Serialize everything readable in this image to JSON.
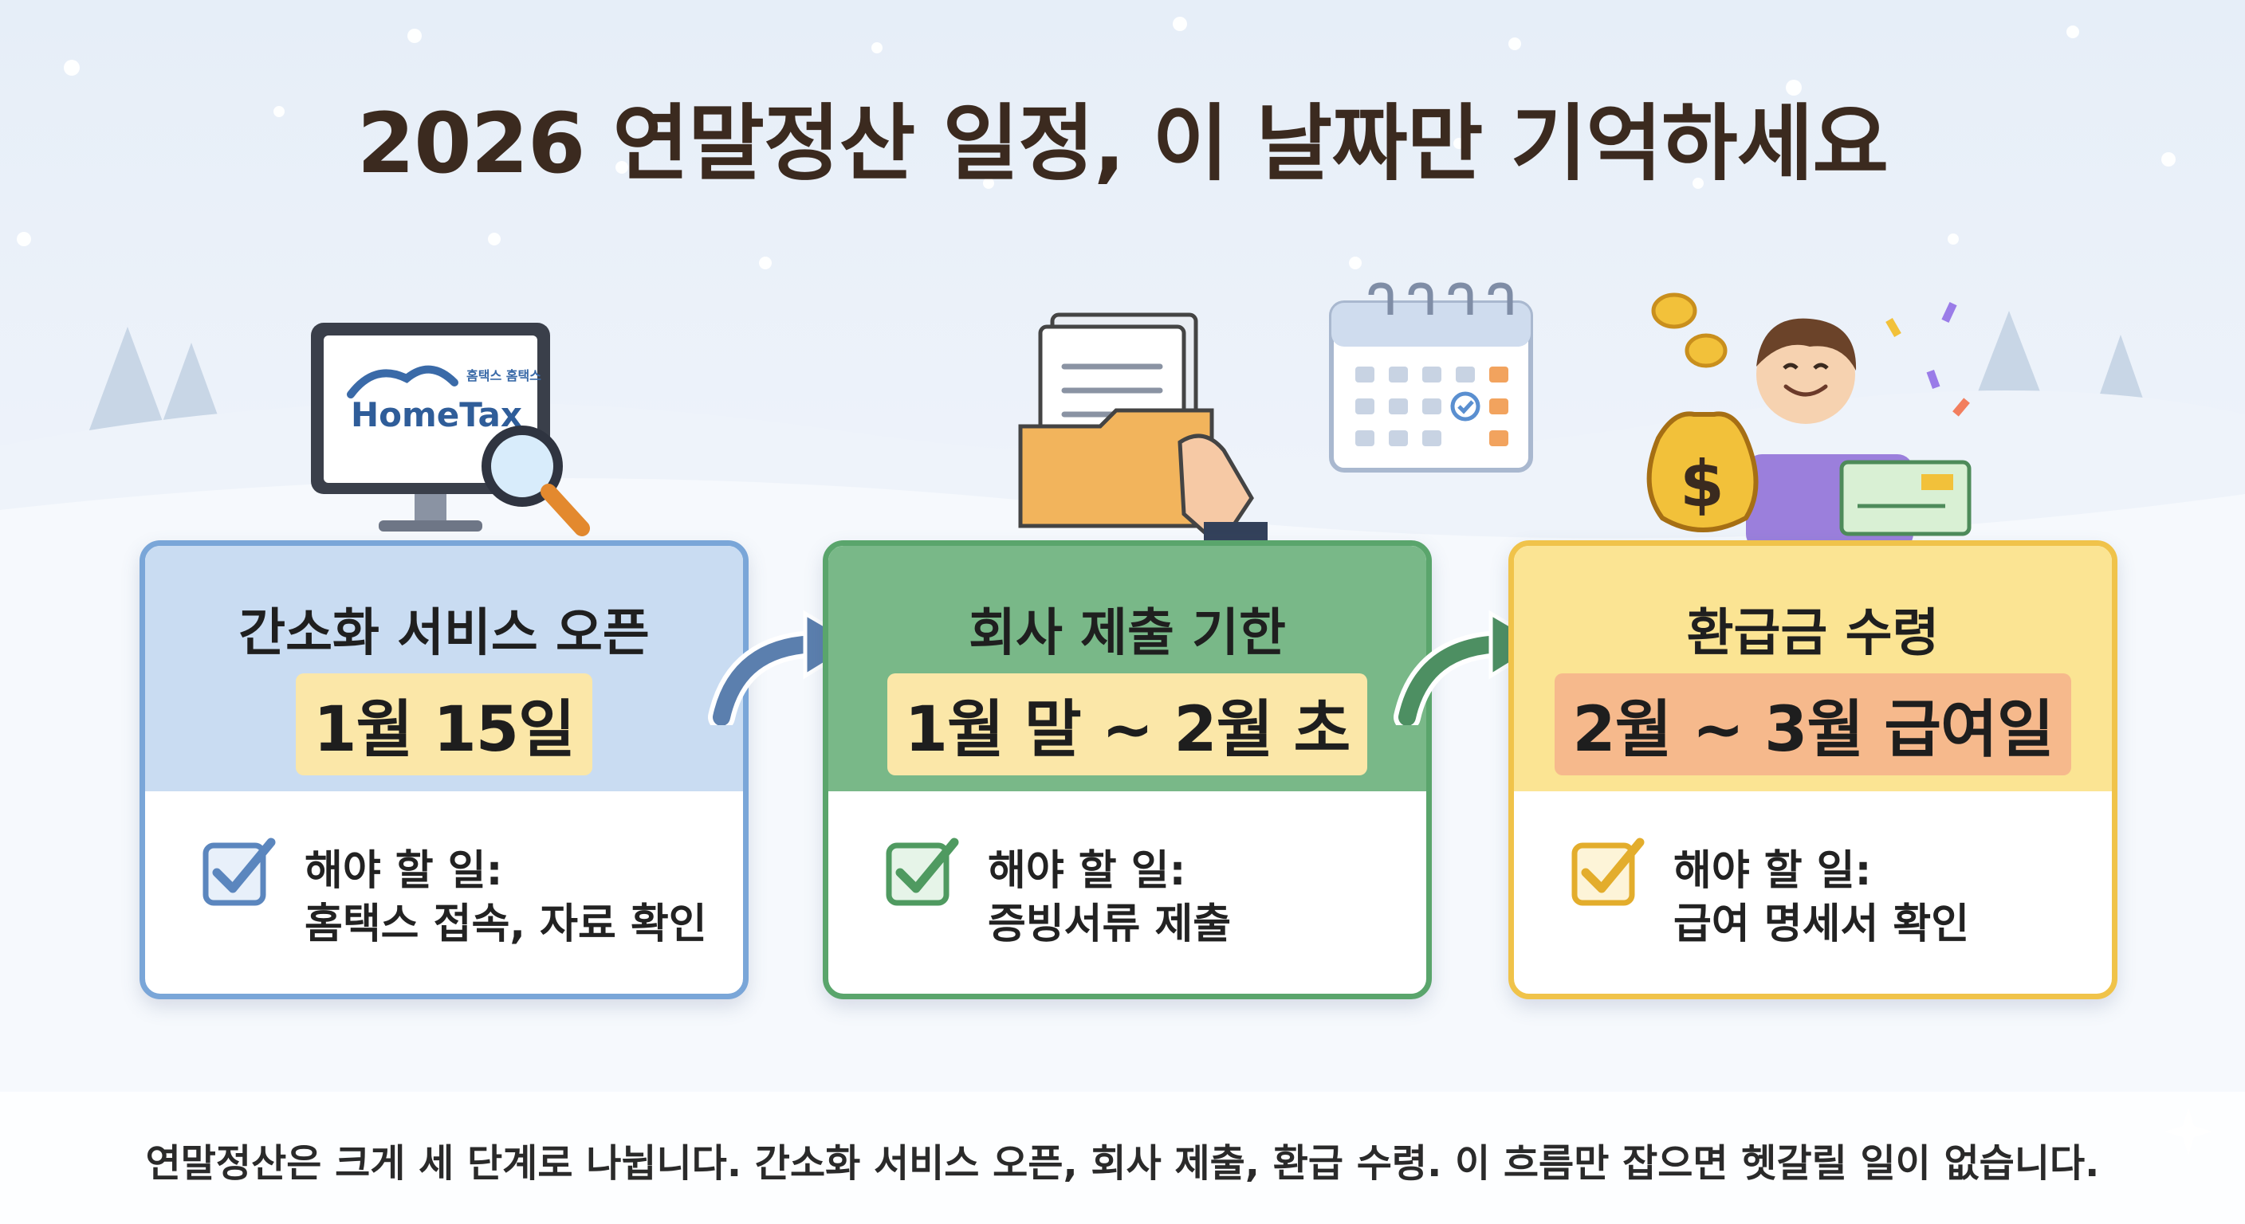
{
  "title": "2026 연말정산 일정, 이 날짜만 기억하세요",
  "steps": [
    {
      "icon": "hometax-monitor-icon",
      "logo_text": "HomeTax",
      "logo_subtext": "홈택스 홈택스",
      "title": "간소화 서비스 오픈",
      "date": "1월 15일",
      "todo_label": "해야 할 일:",
      "todo_value": "홈택스 접속, 자료 확인",
      "color": "#6b9ed4"
    },
    {
      "icon": "document-folder-icon",
      "title": "회사 제출 기한",
      "date": "1월 말 ~ 2월 초",
      "todo_label": "해야 할 일:",
      "todo_value": "증빙서류 제출",
      "color": "#5aa56c"
    },
    {
      "icon": "refund-money-icon",
      "title": "환급금 수령",
      "date": "2월 ~ 3월 급여일",
      "todo_label": "해야 할 일:",
      "todo_value": "급여 명세서 확인",
      "color": "#f0c34a"
    }
  ],
  "footer": {
    "text": "연말정산은 크게 세 단계로 나뉩니다. 간소화 서비스 오픈, 회사 제출, 환급 수령. 이 흐름만 잡으면 헷갈릴 일이 없습니다."
  },
  "colors": {
    "blue_header": "#c9dcf2",
    "green_header": "#79b888",
    "yellow_header": "#fbe493",
    "date_highlight": "#fbe7a8",
    "date_highlight_orange": "#f6b98c"
  }
}
